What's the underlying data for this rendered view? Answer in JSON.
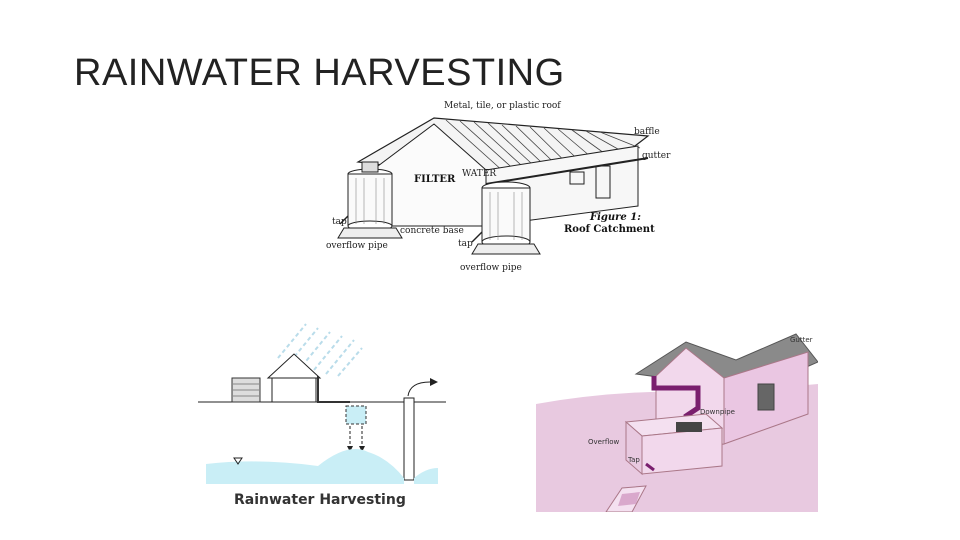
{
  "slide": {
    "title": "RAINWATER HARVESTING"
  },
  "figure1": {
    "labels": {
      "roof": "Metal, tile, or plastic roof",
      "baffle": "baffle",
      "gutter": "gutter",
      "filter": "FILTER",
      "water": "WATER",
      "tap_left": "tap",
      "concrete_base": "concrete base",
      "overflow_left": "overflow pipe",
      "tap_right": "tap",
      "overflow_right": "overflow pipe"
    },
    "caption_line1": "Figure 1:",
    "caption_line2": "Roof Catchment"
  },
  "figure2": {
    "caption": "Rainwater Harvesting"
  },
  "figure3": {
    "labels": {
      "gutter": "Gutter",
      "downpipe": "Downpipe",
      "overflow": "Overflow",
      "tap": "Tap"
    }
  },
  "colors": {
    "ground_pink": "#e8c9e0",
    "house_pink": "#f2d8ec",
    "pipe_purple": "#7a1f6e",
    "water_blue": "#c9eef6",
    "roof_gray": "#8a8a8a"
  }
}
